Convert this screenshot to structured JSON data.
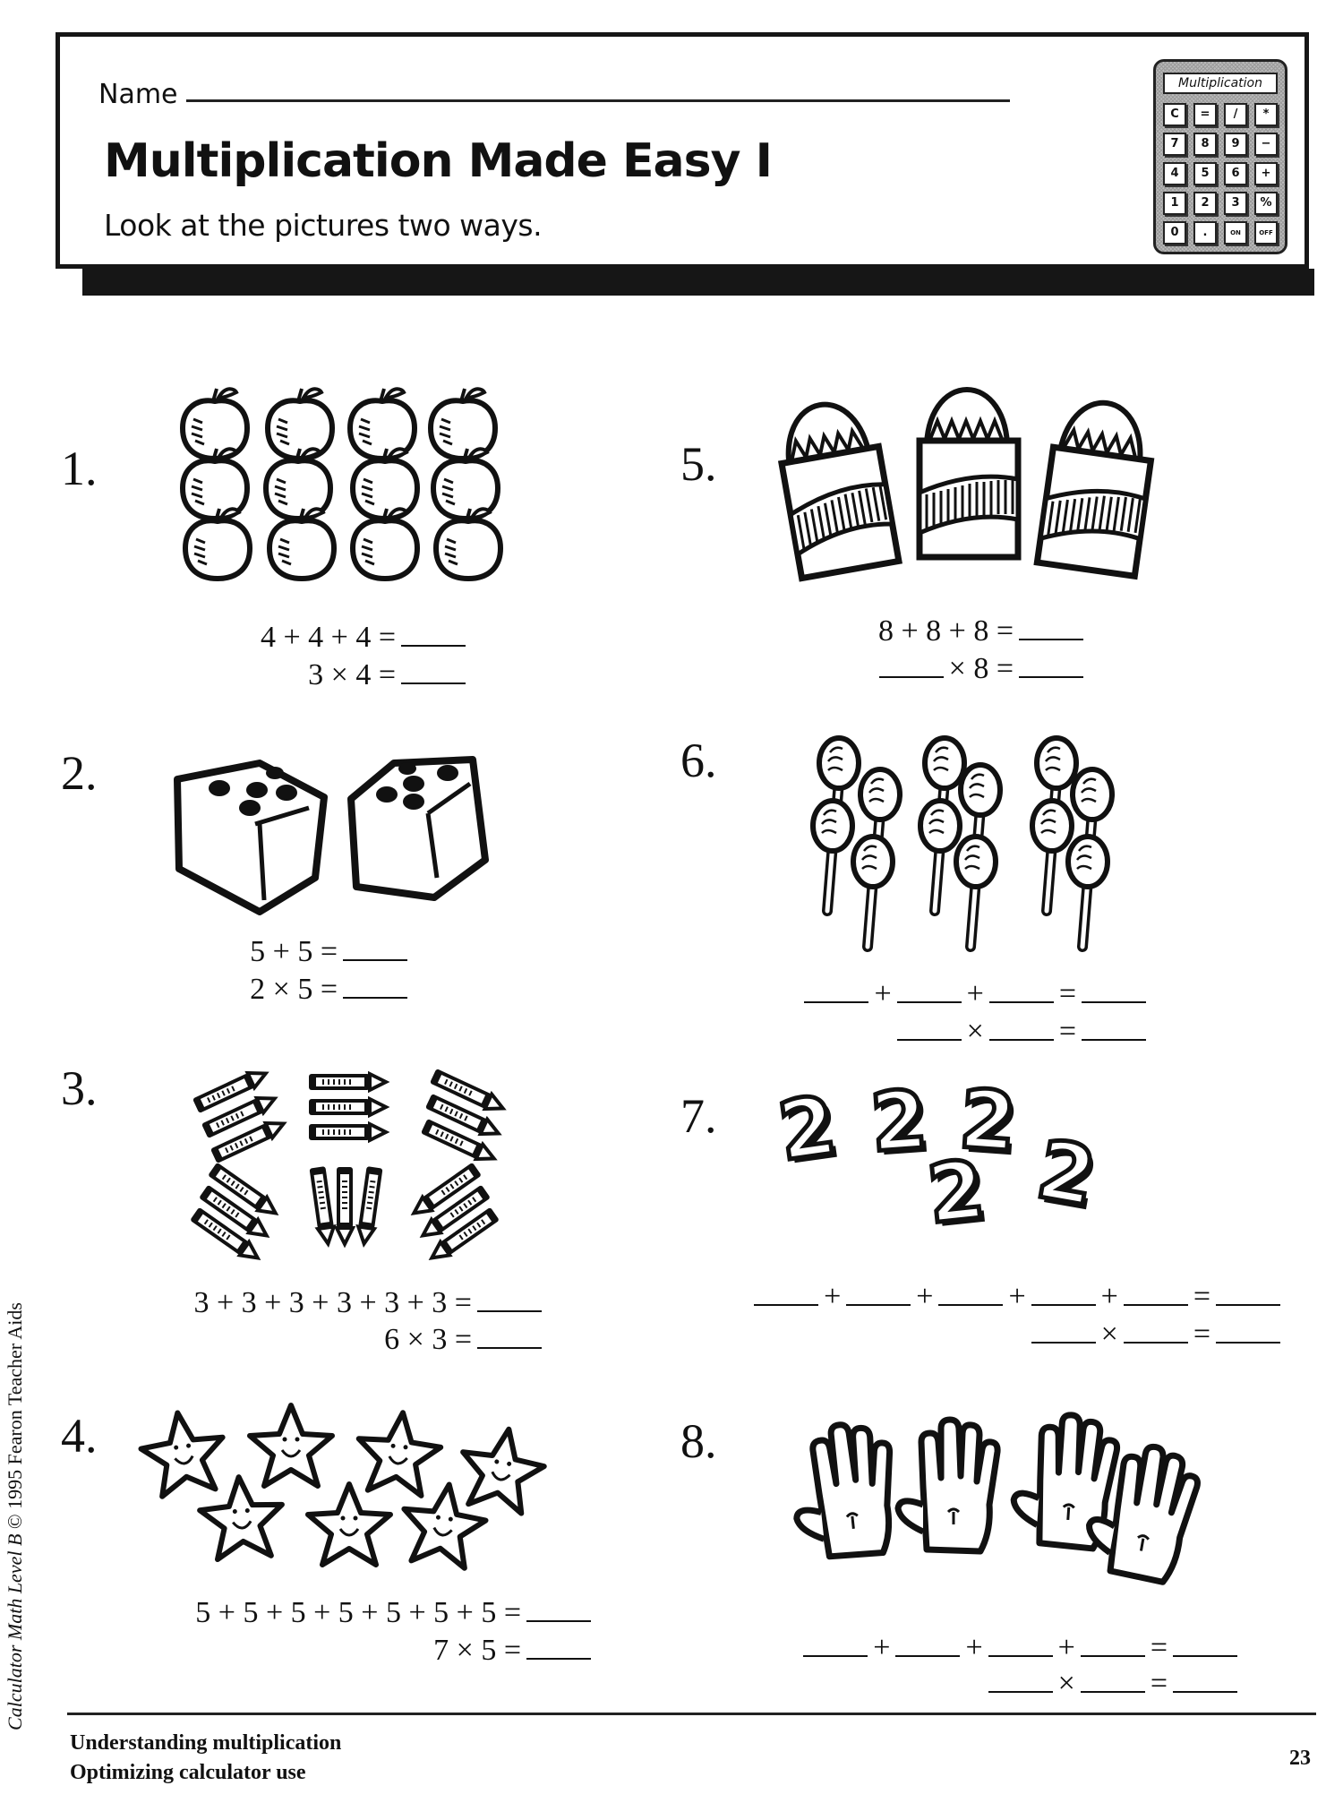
{
  "header": {
    "name_label": "Name",
    "title": "Multiplication Made Easy I",
    "subtitle": "Look at the pictures two ways.",
    "calculator": {
      "display": "Multiplication",
      "keys": [
        "C",
        "=",
        "/",
        "*",
        "7",
        "8",
        "9",
        "−",
        "4",
        "5",
        "6",
        "+",
        "1",
        "2",
        "3",
        "%",
        "0",
        ".",
        "ON",
        "OFF"
      ]
    }
  },
  "problems": [
    {
      "number": "1.",
      "picture": "apples",
      "count_groups": 3,
      "per_group": 4,
      "lines": [
        {
          "parts": [
            "4 + 4 + 4 ="
          ],
          "blank_after": true
        },
        {
          "parts": [
            "3 × 4 ="
          ],
          "blank_after": true
        }
      ]
    },
    {
      "number": "2.",
      "picture": "dice",
      "count_groups": 2,
      "per_group": 5,
      "lines": [
        {
          "parts": [
            "5 + 5 ="
          ],
          "blank_after": true
        },
        {
          "parts": [
            "2 × 5 ="
          ],
          "blank_after": true
        }
      ]
    },
    {
      "number": "3.",
      "picture": "pencils",
      "count_groups": 6,
      "per_group": 3,
      "lines": [
        {
          "parts": [
            "3 + 3 + 3 + 3 + 3 + 3 ="
          ],
          "blank_after": true
        },
        {
          "parts": [
            "6 × 3 ="
          ],
          "blank_after": true
        }
      ]
    },
    {
      "number": "4.",
      "picture": "stars",
      "count_groups": 7,
      "per_group": 5,
      "lines": [
        {
          "parts": [
            "5 + 5 + 5 + 5 + 5 + 5 + 5 ="
          ],
          "blank_after": true
        },
        {
          "parts": [
            "7 × 5 ="
          ],
          "blank_after": true
        }
      ]
    },
    {
      "number": "5.",
      "picture": "crayon-boxes",
      "lines": [
        {
          "text": "8 + 8 + 8 ="
        },
        {
          "text": "× 8 ="
        }
      ]
    },
    {
      "number": "6.",
      "picture": "lollipops",
      "lines": [
        {
          "text": "+ + ="
        },
        {
          "text": "× ="
        }
      ]
    },
    {
      "number": "7.",
      "picture": "number-twos",
      "lines": [
        {
          "text": "+ + + + ="
        },
        {
          "text": "× ="
        }
      ]
    },
    {
      "number": "8.",
      "picture": "hands",
      "lines": [
        {
          "text": "+ + + ="
        },
        {
          "text": "× ="
        }
      ]
    }
  ],
  "symbols": {
    "plus": "+",
    "times": "×",
    "equals": "="
  },
  "eq": {
    "p1a": "4 + 4 + 4 =",
    "p1b": "3 × 4 =",
    "p2a": "5 + 5 =",
    "p2b": "2 × 5 =",
    "p3a": "3 + 3 + 3 + 3 + 3 + 3 =",
    "p3b": "6 × 3 =",
    "p4a": "5 + 5 + 5 + 5 + 5 + 5 + 5 =",
    "p4b": "7 × 5 =",
    "p5a": "8 + 8 + 8 =",
    "p5b": "× 8 ="
  },
  "footer": {
    "line1": "Understanding multiplication",
    "line2": "Optimizing calculator use",
    "page_number": "23",
    "side_credit_italic": "Calculator Math Level B",
    "side_credit_rest": " © 1995 Fearon Teacher Aids"
  }
}
